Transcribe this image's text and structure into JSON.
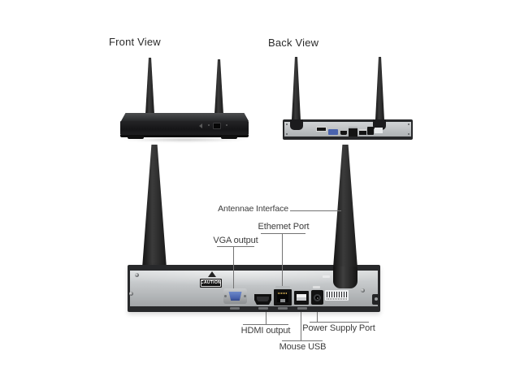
{
  "colors": {
    "background": "#ffffff",
    "device-black": "#1b1c1e",
    "panel-silver": "#c3c6c8",
    "panel-edge": "#28292b",
    "vga-blue": "#4a63ad",
    "label-text": "#3c3c3c",
    "line": "#737373",
    "barcode-bg": "#edeff0"
  },
  "front_view": {
    "title": "Front View"
  },
  "back_view": {
    "title": "Back View"
  },
  "detail_view": {
    "caution_label": "CAUTION",
    "callouts": {
      "antennae": "Antennae Interface",
      "ethernet": "Ethemet Port",
      "vga": "VGA output",
      "hdmi": "HDMI output",
      "mouse_usb": "Mouse USB",
      "power": "Power Supply Port"
    }
  }
}
